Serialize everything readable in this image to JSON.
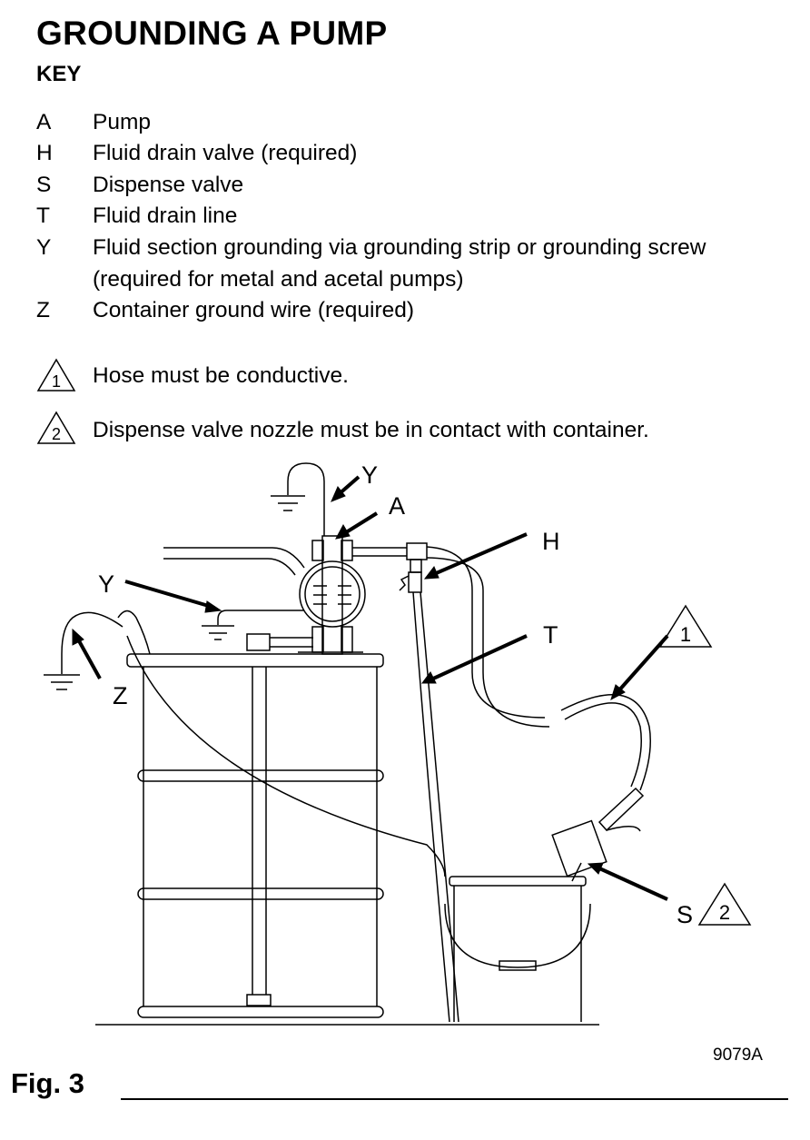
{
  "title": "GROUNDING A PUMP",
  "key_heading": "KEY",
  "key": [
    {
      "letter": "A",
      "text": "Pump"
    },
    {
      "letter": "H",
      "text": "Fluid drain valve (required)"
    },
    {
      "letter": "S",
      "text": "Dispense valve"
    },
    {
      "letter": "T",
      "text": "Fluid drain line"
    },
    {
      "letter": "Y",
      "text": "Fluid section grounding via grounding strip or grounding screw (required for metal and acetal pumps)"
    },
    {
      "letter": "Z",
      "text": "Container ground wire (required)"
    }
  ],
  "warnings": [
    {
      "num": "1",
      "text": "Hose must be conductive."
    },
    {
      "num": "2",
      "text": "Dispense valve nozzle must be in contact with container."
    }
  ],
  "figure": {
    "labels": {
      "Y1": "Y",
      "A": "A",
      "H": "H",
      "Y2": "Y",
      "T": "T",
      "Z": "Z",
      "W1": "1",
      "S": "S",
      "W2": "2"
    },
    "id": "9079A",
    "caption": "Fig. 3"
  }
}
